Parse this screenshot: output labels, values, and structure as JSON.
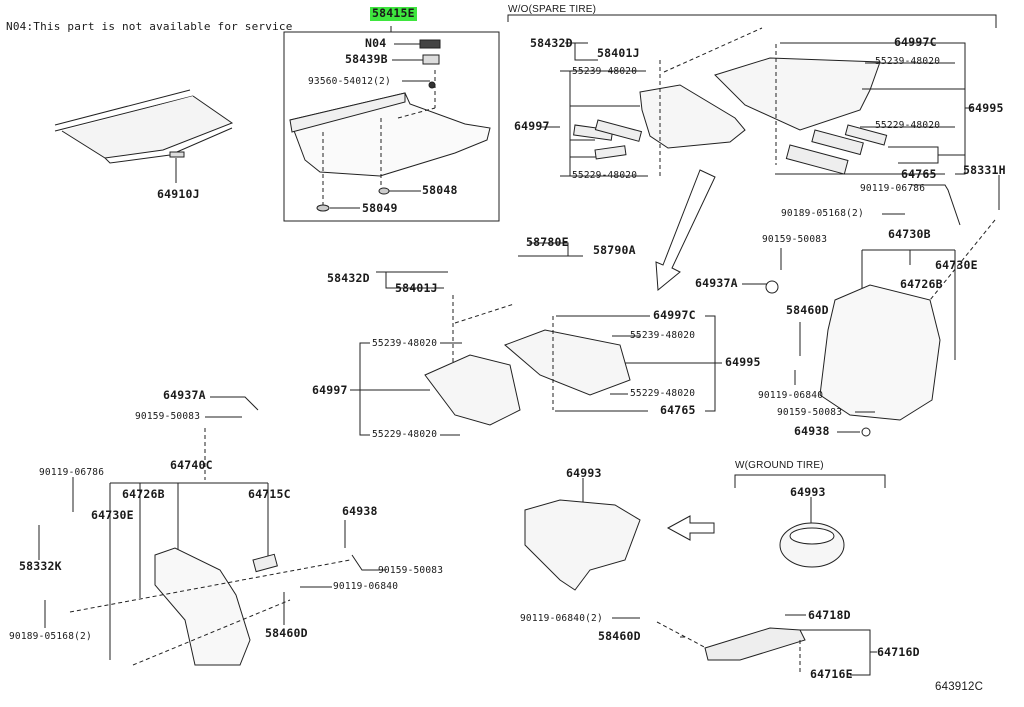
{
  "diagram": {
    "note": "N04:This part is not available for service",
    "diagram_code": "643912C",
    "highlight_color": "#3ee63e",
    "sections": {
      "without_spare_tire": "W/O(SPARE TIRE)",
      "with_ground_tire": "W(GROUND TIRE)"
    },
    "parts": {
      "p58415E": "58415E",
      "pN04": "N04",
      "p58439B": "58439B",
      "p93560": "93560-54012(2)",
      "p58048": "58048",
      "p58049": "58049",
      "p64910J": "64910J",
      "top_58432D": "58432D",
      "top_58401J": "58401J",
      "top_55239_a": "55239-48020",
      "top_64997": "64997",
      "top_55229_a": "55229-48020",
      "top_64997C": "64997C",
      "top_55239_b": "55239-48020",
      "top_64995": "64995",
      "top_55229_b": "55229-48020",
      "top_64765": "64765",
      "r_58331H": "58331H",
      "r_90119_06786": "90119-06786",
      "r_90189_05168": "90189-05168(2)",
      "r_90159_50083_a": "90159-50083",
      "r_64730B": "64730B",
      "r_64730E": "64730E",
      "r_64937A": "64937A",
      "r_64726B": "64726B",
      "r_58460D": "58460D",
      "r_90119_06840": "90119-06840",
      "r_90159_50083_b": "90159-50083",
      "r_64938": "64938",
      "m_58780E": "58780E",
      "m_58790A": "58790A",
      "m_58432D": "58432D",
      "m_58401J": "58401J",
      "m_55239_a": "55239-48020",
      "m_64997": "64997",
      "m_55229_a": "55229-48020",
      "m_64997C": "64997C",
      "m_55239_b": "55239-48020",
      "m_64995": "64995",
      "m_55229_b": "55229-48020",
      "m_64765": "64765",
      "l_64937A": "64937A",
      "l_90159_50083_a": "90159-50083",
      "l_64740C": "64740C",
      "l_90119_06786": "90119-06786",
      "l_64726B": "64726B",
      "l_64730E": "64730E",
      "l_64715C": "64715C",
      "l_64938": "64938",
      "l_58332K": "58332K",
      "l_90159_50083_b": "90159-50083",
      "l_90119_06840": "90119-06840",
      "l_90189_05168": "90189-05168(2)",
      "l_58460D": "58460D",
      "b_64993_a": "64993",
      "b_64993_b": "64993",
      "b_90119_06840": "90119-06840(2)",
      "b_58460D": "58460D",
      "b_64718D": "64718D",
      "b_64716D": "64716D",
      "b_64716E": "64716E"
    }
  }
}
